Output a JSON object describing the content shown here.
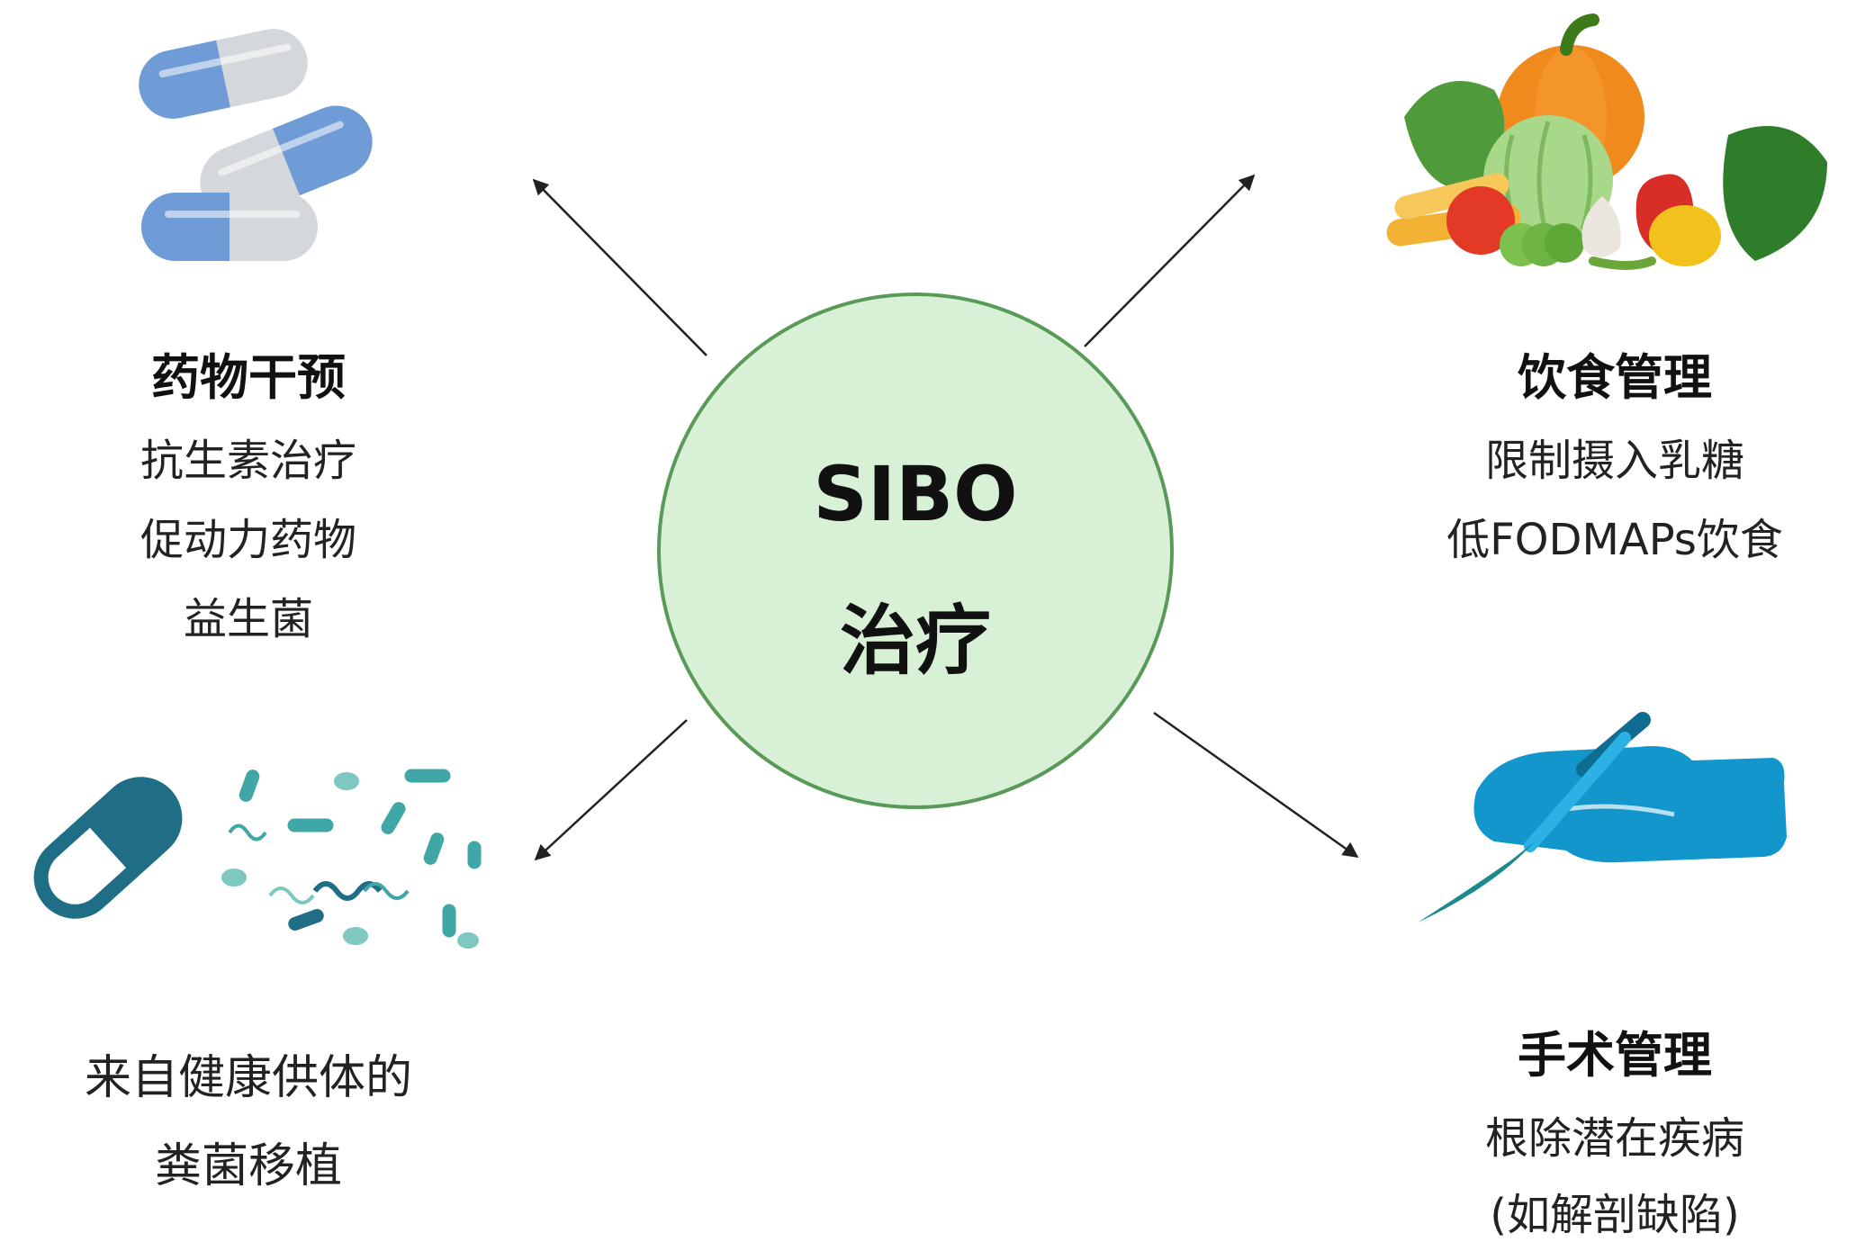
{
  "center": {
    "line1": "SIBO",
    "line2": "治疗"
  },
  "colors": {
    "circle_fill": "#d8f1d6",
    "circle_stroke": "#5a9a58",
    "arrow": "#222222",
    "capsule_blue": "#6f9bd6",
    "capsule_grey": "#d4d7db",
    "teal": "#1f6e86",
    "bacteria": "#3fa7a6",
    "glove": "#1296cc"
  },
  "branches": {
    "medication": {
      "title": "药物干预",
      "items": [
        "抗生素治疗",
        "促动力药物",
        "益生菌"
      ],
      "icon": "capsules-icon"
    },
    "diet": {
      "title": "饮食管理",
      "items": [
        "限制摄入乳糖",
        "低FODMAPs饮食"
      ],
      "icon": "vegetables-icon"
    },
    "fmt": {
      "items": [
        "来自健康供体的",
        "粪菌移植"
      ],
      "icon": "capsule-bacteria-icon"
    },
    "surgery": {
      "title": "手术管理",
      "items": [
        "根除潜在疾病",
        "(如解剖缺陷)"
      ],
      "icon": "scalpel-hand-icon"
    }
  }
}
